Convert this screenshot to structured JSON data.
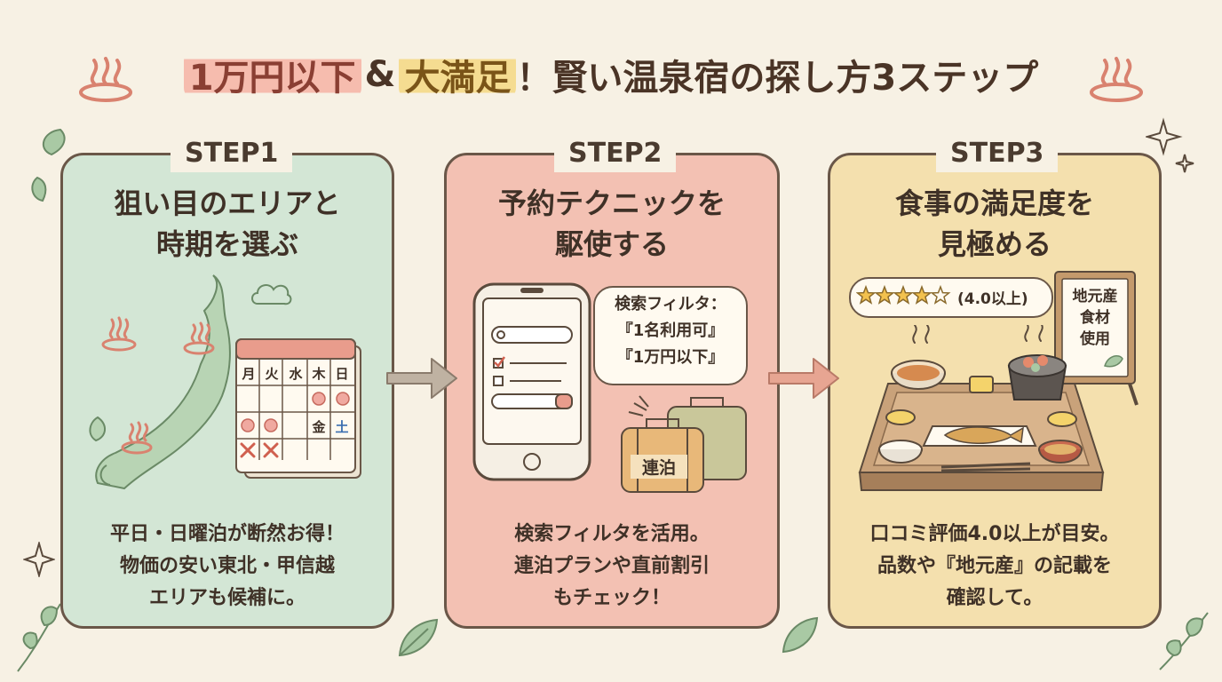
{
  "title": {
    "part1": "1万円以下",
    "part2": "&",
    "part3": "大満足",
    "part4": "！賢い温泉宿の探し方3ステップ"
  },
  "steps": [
    {
      "label": "STEP1",
      "heading": [
        "狙い目のエリアと",
        "時期を選ぶ"
      ],
      "calendar_days": [
        "月",
        "火",
        "水",
        "木",
        "日"
      ],
      "calendar_marks": [
        "金",
        "土"
      ],
      "body": [
        "平日・日曜泊が断然お得！",
        "物価の安い東北・甲信越",
        "エリアも候補に。"
      ]
    },
    {
      "label": "STEP2",
      "heading": [
        "予約テクニックを",
        "駆使する"
      ],
      "bubble_lines": [
        "検索フィルタ：",
        "『1名利用可』",
        "『1万円以下』"
      ],
      "suitcase_label": "連泊",
      "body": [
        "検索フィルタを活用。",
        "連泊プランや直前割引",
        "もチェック！"
      ]
    },
    {
      "label": "STEP3",
      "heading": [
        "食事の満足度を",
        "見極める"
      ],
      "rating": {
        "stars": 4.0,
        "text": "(4.0以上)"
      },
      "sign_lines": [
        "地元産",
        "食材",
        "使用"
      ],
      "body": [
        "口コミ評価4.0以上が目安。",
        "品数や『地元産』の記載を",
        "確認して。"
      ]
    }
  ],
  "colors": {
    "background": "#f7f1e4",
    "step1": "#d3e6d5",
    "step2": "#f3c1b3",
    "step3": "#f4e0ae",
    "outline": "#6a5748",
    "onsen_icon": "#d9826f"
  }
}
